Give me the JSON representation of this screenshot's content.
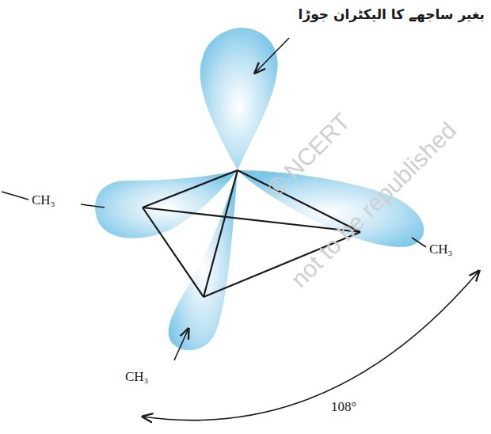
{
  "diagram": {
    "labels": [
      "بغیر ساجھے کا الیکٹران جوڑا",
      "CH₃",
      "CH₃",
      "CH₃",
      "108°",
      "© NCERT",
      "not to be republished"
    ]
  }
}
